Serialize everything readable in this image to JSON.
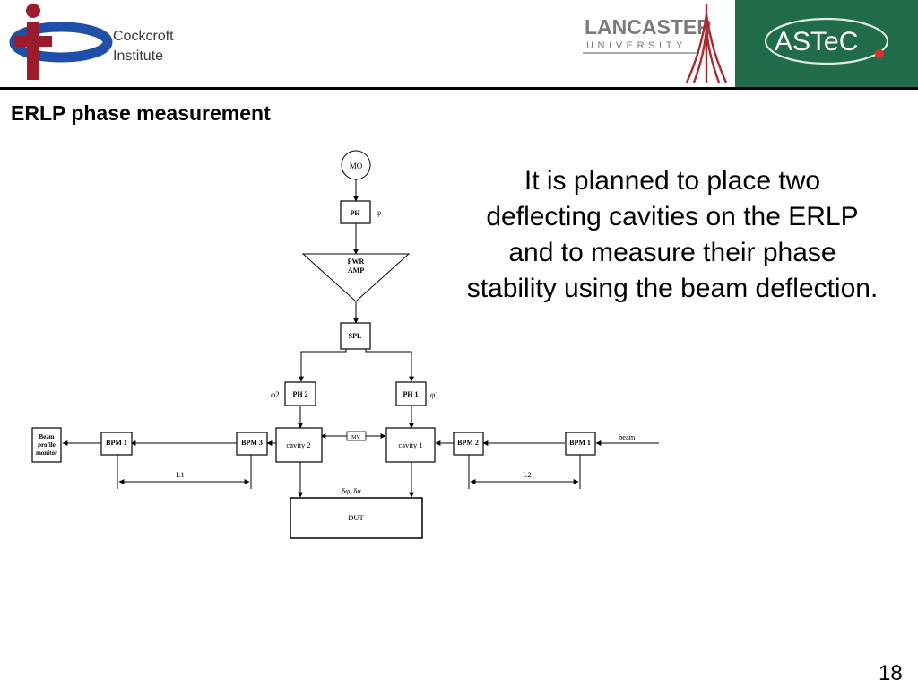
{
  "header": {
    "left_logo_text": [
      "Cockcroft",
      "Institute"
    ],
    "center_logo_text": [
      "LANCASTER",
      "UNIVERSITY"
    ],
    "right_logo_text": "ASTeC"
  },
  "title": "ERLP phase measurement",
  "description": "It is planned to place two deflecting cavities on the ERLP and to measure their phase stability using the beam deflection.",
  "diagram": {
    "mo": "MO",
    "ph": "PH",
    "phi": "φ",
    "pwr_amp": [
      "PWR",
      "AMP"
    ],
    "spl": "SPL",
    "ph2": "PH 2",
    "phi2": "φ2",
    "ph1": "PH 1",
    "phi1": "φ1",
    "beam_profile_monitor": [
      "Beam",
      "profile",
      "monitor"
    ],
    "bpm1_left": "BPM 1",
    "bpm3": "BPM 3",
    "cavity2": "cavity 2",
    "mv": "MV",
    "cavity1": "cavity 1",
    "bpm2": "BPM 2",
    "bpm1_right": "BPM 1",
    "beam": "beam",
    "l1": "L1",
    "l2": "L2",
    "dphi_dalpha": "δφ, δα",
    "dut": "DUT"
  },
  "page_number": "18"
}
